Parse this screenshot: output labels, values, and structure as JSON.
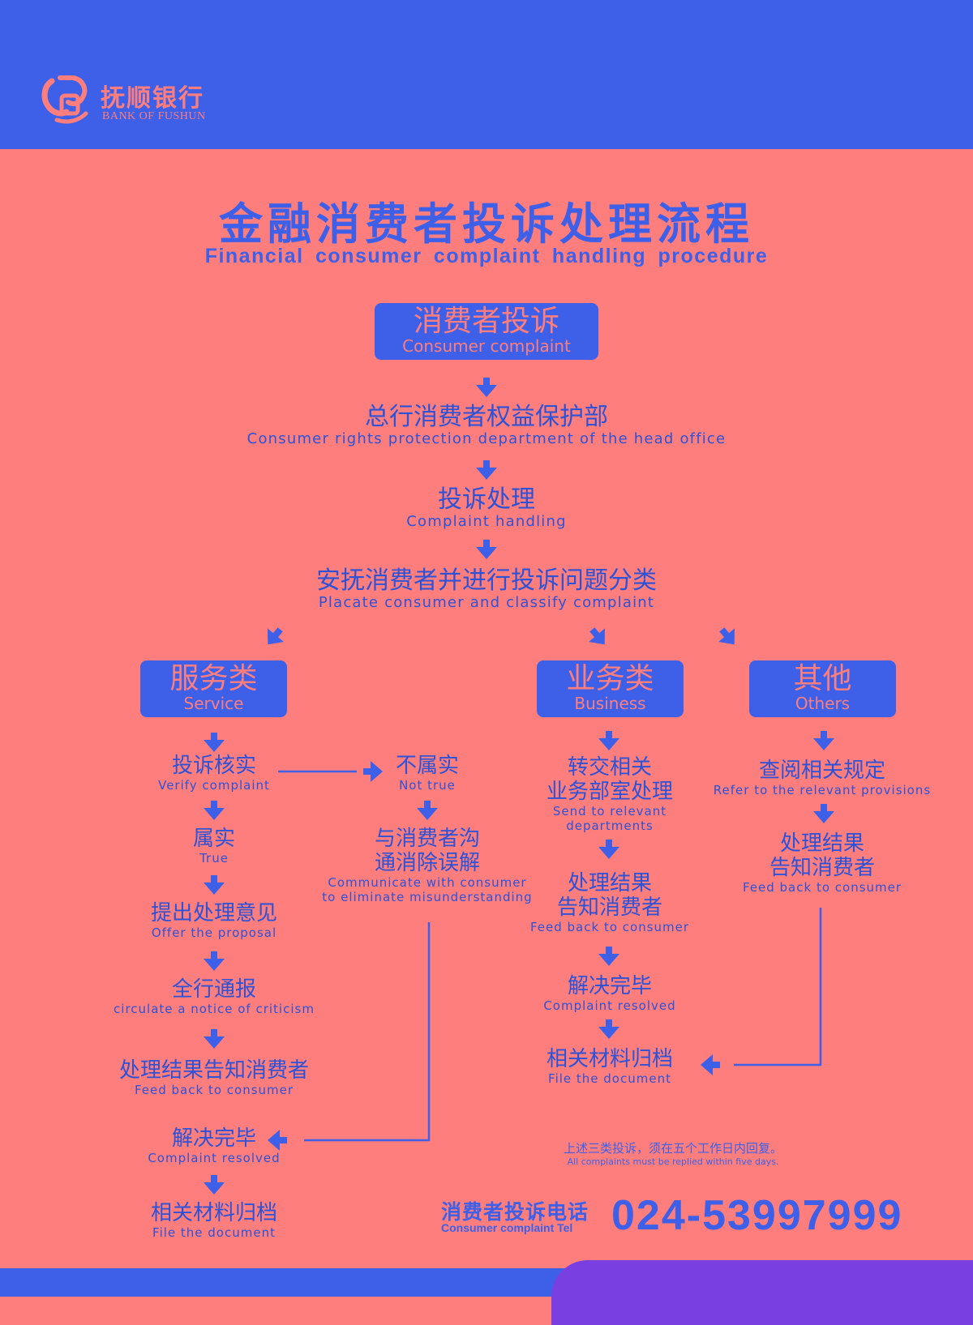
{
  "colors": {
    "background": "#FD7E7C",
    "brand_blue": "#3E60E9",
    "text_blue": "#2C52D8",
    "accent_purple": "#7A3FE0"
  },
  "logo": {
    "name_cn": "抚顺银行",
    "name_en": "BANK OF FUSHUN"
  },
  "title": {
    "cn": "金融消费者投诉处理流程",
    "en": "Financial consumer complaint handling procedure"
  },
  "flow": {
    "start": {
      "cn": "消费者投诉",
      "en": "Consumer complaint"
    },
    "dept": {
      "cn": "总行消费者权益保护部",
      "en": "Consumer rights protection department of the head office"
    },
    "handling": {
      "cn": "投诉处理",
      "en": "Complaint handling"
    },
    "classify": {
      "cn": "安抚消费者并进行投诉问题分类",
      "en": "Placate consumer and classify complaint"
    },
    "service": {
      "cn": "服务类",
      "en": "Service",
      "verify": {
        "cn": "投诉核实",
        "en": "Verify complaint"
      },
      "true": {
        "cn": "属实",
        "en": "True"
      },
      "proposal": {
        "cn": "提出处理意见",
        "en": "Offer the proposal"
      },
      "notice": {
        "cn": "全行通报",
        "en": "circulate a notice of criticism"
      },
      "feedback": {
        "cn": "处理结果告知消费者",
        "en": "Feed back to consumer"
      },
      "resolved": {
        "cn": "解决完毕",
        "en": "Complaint resolved"
      },
      "file": {
        "cn": "相关材料归档",
        "en": "File the document"
      },
      "not_true": {
        "cn": "不属实",
        "en": "Not true"
      },
      "communicate": {
        "cn_1": "与消费者沟",
        "cn_2": "通消除误解",
        "en_1": "Communicate with consumer",
        "en_2": "to eliminate misunderstanding"
      }
    },
    "business": {
      "cn": "业务类",
      "en": "Business",
      "send": {
        "cn_1": "转交相关",
        "cn_2": "业务部室处理",
        "en_1": "Send to relevant",
        "en_2": "departments"
      },
      "feedback": {
        "cn_1": "处理结果",
        "cn_2": "告知消费者",
        "en": "Feed back to consumer"
      },
      "resolved": {
        "cn": "解决完毕",
        "en": "Complaint resolved"
      },
      "file": {
        "cn": "相关材料归档",
        "en": "File the document"
      }
    },
    "others": {
      "cn": "其他",
      "en": "Others",
      "refer": {
        "cn": "查阅相关规定",
        "en": "Refer to the relevant provisions"
      },
      "feedback": {
        "cn_1": "处理结果",
        "cn_2": "告知消费者",
        "en": "Feed back to consumer"
      }
    }
  },
  "note": {
    "cn": "上述三类投诉，须在五个工作日内回复。",
    "en": "All complaints must be replied within five days."
  },
  "contact": {
    "label_cn": "消费者投诉电话",
    "label_en": "Consumer complaint Tel",
    "phone": "024-53997999"
  }
}
